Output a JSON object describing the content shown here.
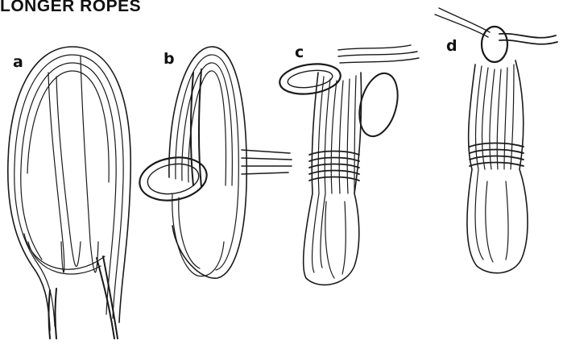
{
  "title": "LONGER ROPES",
  "steps": [
    {
      "label": "a"
    },
    {
      "label": "b"
    },
    {
      "label": "c"
    },
    {
      "label": "d"
    }
  ],
  "colors": {
    "ink": "#1a1a1a",
    "background": "#ffffff"
  }
}
